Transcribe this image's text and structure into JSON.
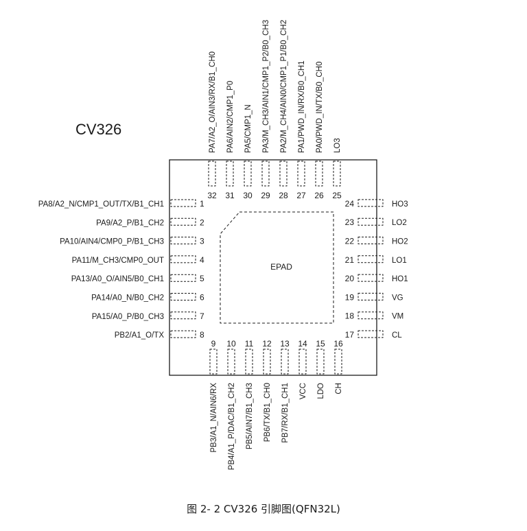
{
  "title": "CV326",
  "caption": "图 2-  2 CV326 引脚图(QFN32L)",
  "epad_label": "EPAD",
  "pins_left": [
    {
      "num": "1",
      "label": "PA8/A2_N/CMP1_OUT/TX/B1_CH1"
    },
    {
      "num": "2",
      "label": "PA9/A2_P/B1_CH2"
    },
    {
      "num": "3",
      "label": "PA10/AIN4/CMP0_P/B1_CH3"
    },
    {
      "num": "4",
      "label": "PA11/M_CH3/CMP0_OUT"
    },
    {
      "num": "5",
      "label": "PA13/A0_O/AIN5/B0_CH1"
    },
    {
      "num": "6",
      "label": "PA14/A0_N/B0_CH2"
    },
    {
      "num": "7",
      "label": "PA15/A0_P/B0_CH3"
    },
    {
      "num": "8",
      "label": "PB2/A1_O/TX"
    }
  ],
  "pins_bottom": [
    {
      "num": "9",
      "label": "PB3/A1_N/AIN6/RX"
    },
    {
      "num": "10",
      "label": "PB4/A1_P/DAC/B1_CH2"
    },
    {
      "num": "11",
      "label": "PB5/AIN7/B1_CH3"
    },
    {
      "num": "12",
      "label": "PB6/TX/B1_CH0"
    },
    {
      "num": "13",
      "label": "PB7/RX/B1_CH1"
    },
    {
      "num": "14",
      "label": "VCC"
    },
    {
      "num": "15",
      "label": "LDO"
    },
    {
      "num": "16",
      "label": "CH"
    }
  ],
  "pins_right": [
    {
      "num": "17",
      "label": "CL"
    },
    {
      "num": "18",
      "label": "VM"
    },
    {
      "num": "19",
      "label": "VG"
    },
    {
      "num": "20",
      "label": "HO1"
    },
    {
      "num": "21",
      "label": "LO1"
    },
    {
      "num": "22",
      "label": "HO2"
    },
    {
      "num": "23",
      "label": "LO2"
    },
    {
      "num": "24",
      "label": "HO3"
    }
  ],
  "pins_top": [
    {
      "num": "25",
      "label": "LO3"
    },
    {
      "num": "26",
      "label": "PA0/PWD_IN/TX/B0_CH0"
    },
    {
      "num": "27",
      "label": "PA1/PWD_IN/RX/B0_CH1"
    },
    {
      "num": "28",
      "label": "PA2/M_CH4/AIN0/CMP1_P1/B0_CH2"
    },
    {
      "num": "29",
      "label": "PA3/M_CH3/AIN1/CMP1_P2/B0_CH3"
    },
    {
      "num": "30",
      "label": "PA5/CMP1_N"
    },
    {
      "num": "31",
      "label": "PA6/AIN2/CMP1_P0"
    },
    {
      "num": "32",
      "label": "PA7/A2_O/AIN3/RX/B1_CH0"
    }
  ]
}
